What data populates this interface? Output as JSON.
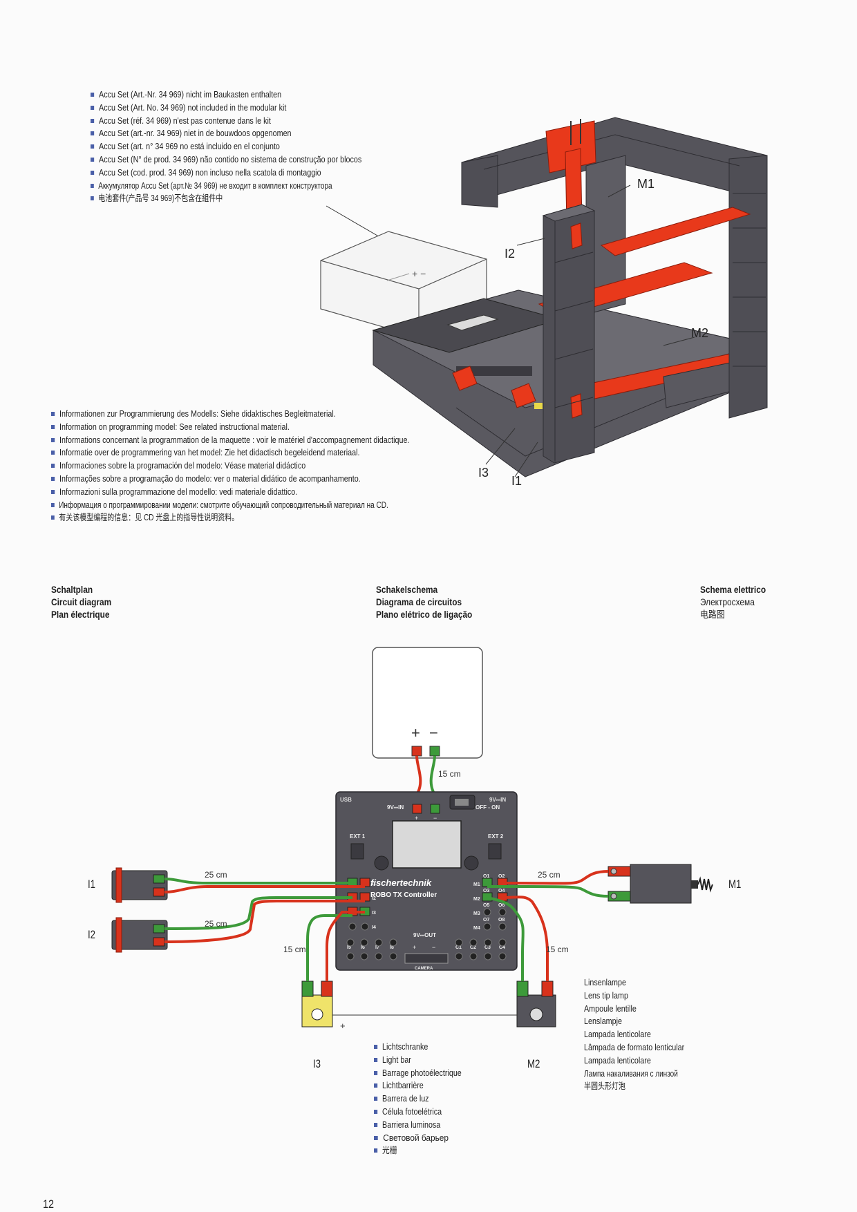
{
  "accu_notes": [
    "Accu Set (Art.-Nr. 34 969) nicht im Baukasten enthalten",
    "Accu Set (Art. No. 34 969) not included in the modular kit",
    "Accu Set (réf. 34 969) n'est pas contenue dans le kit",
    "Accu Set (art.-nr. 34 969) niet in de bouwdoos opgenomen",
    "Accu Set (art. n° 34 969 no está incluido en el conjunto",
    "Accu Set (N° de prod. 34 969) não contido no sistema de construção por blocos",
    "Accu Set (cod. prod. 34 969) non incluso nella scatola di montaggio",
    "Аккумулятор Accu Set (арт.№ 34 969) не входит в комплект конструктора",
    "电池套件(产品号 34 969)不包含在組件中"
  ],
  "programming_notes": [
    "Informationen zur Programmierung des Modells: Siehe didaktisches Begleitmaterial.",
    "Information on programming model: See related instructional material.",
    "Informations concernant la programmation de la maquette : voir le matériel d'accompagnement didactique.",
    "Informatie over de programmering van het model: Zie het didactisch begeleidend materiaal.",
    "Informaciones sobre la programación del modelo: Véase material didáctico",
    "Informações sobre a programação do modelo: ver o material didático de acompanhamento.",
    "Informazioni sulla programmazione del modello: vedi materiale didattico.",
    "Информация о программировании модели: смотрите обучающий сопроводительный материал на CD.",
    "有关该模型编程的信息：见 CD 光盘上的指导性说明资料。"
  ],
  "model_labels": {
    "m1": "M1",
    "i2": "I2",
    "m2": "M2",
    "i3": "I3",
    "i1": "I1",
    "battery_sign": "+ −"
  },
  "headings": {
    "col1": [
      "Schaltplan",
      "Circuit diagram",
      "Plan électrique"
    ],
    "col2": [
      "Schakelschema",
      "Diagrama de circuitos",
      "Plano elétrico de ligação"
    ],
    "col3": [
      "Schema elettrico",
      "Электросхема",
      "电路图"
    ]
  },
  "diagram": {
    "battery": {
      "plus": "+",
      "minus": "−"
    },
    "cable_lengths": {
      "battery": "15 cm",
      "i1": "25 cm",
      "i2": "25 cm",
      "m1": "25 cm",
      "i3": "15 cm",
      "m2": "15 cm"
    },
    "controller": {
      "usb": "USB",
      "power_in_top": "9V⎓IN",
      "power_in": "9V⎓IN",
      "switch": "OFF - ON",
      "ext1": "EXT 1",
      "ext2": "EXT 2",
      "brand": "fischertechnik",
      "model": "ROBO TX Controller",
      "inputs": [
        "I1",
        "I2",
        "I3",
        "I4"
      ],
      "outputs": [
        "O1",
        "O2",
        "O3",
        "O4",
        "O5",
        "O6",
        "O7",
        "O8"
      ],
      "motors": [
        "M1",
        "M2",
        "M3",
        "M4"
      ],
      "lower_inputs": [
        "I5",
        "I6",
        "I7",
        "I8"
      ],
      "counters": [
        "C1",
        "C2",
        "C3",
        "C4"
      ],
      "power_out": "9V⎓OUT",
      "camera": "CAMERA",
      "plus": "+",
      "minus": "−"
    },
    "component_labels": {
      "i1": "I1",
      "i2": "I2",
      "m1": "M1",
      "i3": "I3",
      "m2": "M2"
    },
    "plus_mark": "+"
  },
  "light_barrier_names": [
    "Lichtschranke",
    "Light bar",
    "Barrage photoélectrique",
    "Lichtbarrière",
    "Barrera de luz",
    "Célula fotoelétrica",
    "Barriera luminosa",
    "Световой барьер",
    "光栅"
  ],
  "lamp_names": [
    "Linsenlampe",
    "Lens tip lamp",
    "Ampoule lentille",
    "Lenslampje",
    "Lampada lenticolare",
    "Lâmpada de formato lenticular",
    "Lampada lenticolare",
    "Лампа накаливания с линзой",
    "半圆头形灯泡"
  ],
  "page_number": "12",
  "colors": {
    "frame": "#4f4e55",
    "frame_dark": "#39383d",
    "frame_light": "#6c6b72",
    "red": "#e8391b",
    "wire_red": "#d8321c",
    "wire_green": "#3d9a3a",
    "bullet": "#4a5fa8"
  }
}
